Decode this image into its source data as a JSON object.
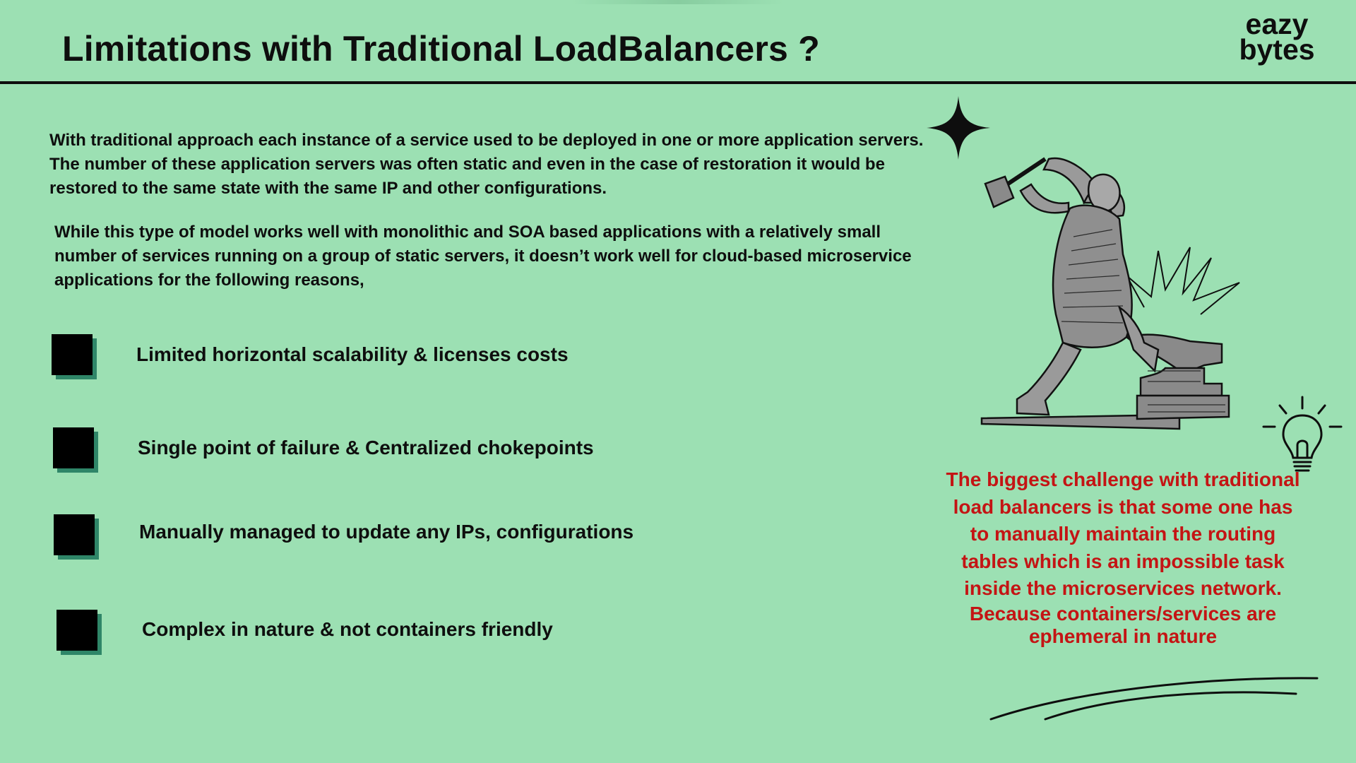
{
  "title": "Limitations with Traditional LoadBalancers  ?",
  "logo": {
    "line1": "eazy",
    "line2": "bytes"
  },
  "paragraphs": [
    "With traditional approach each instance of a service used to be deployed in one or more application servers. The number of these application servers was often static and even in the case of restoration it would be restored to the same state with the same IP and other configurations.",
    "While this type of model works well with monolithic and SOA based applications with a relatively small number of services running on a group of static servers, it doesn’t work well for cloud-based microservice applications for the following reasons,"
  ],
  "bullets": [
    "Limited horizontal scalability & licenses costs",
    "Single point of failure & Centralized chokepoints",
    "Manually managed to update any IPs, configurations",
    "Complex in nature & not containers friendly"
  ],
  "callout": {
    "lines": [
      "The biggest challenge with traditional",
      "load balancers is that some one has",
      "to manually maintain the routing",
      "tables which is an impossible task",
      "inside the microservices network."
    ],
    "tail_1": "Because containers/services are",
    "tail_2": "ephemeral in nature"
  },
  "colors": {
    "background": "#9ce0b3",
    "text": "#0e0e0e",
    "callout": "#c41414",
    "bullet_shadow": "#2f8668"
  },
  "icons": {
    "star": "four-point-star-icon",
    "illustration": "blacksmith-hammering-anvil",
    "bulb": "light-bulb-icon",
    "swoosh": "swoosh-lines"
  }
}
